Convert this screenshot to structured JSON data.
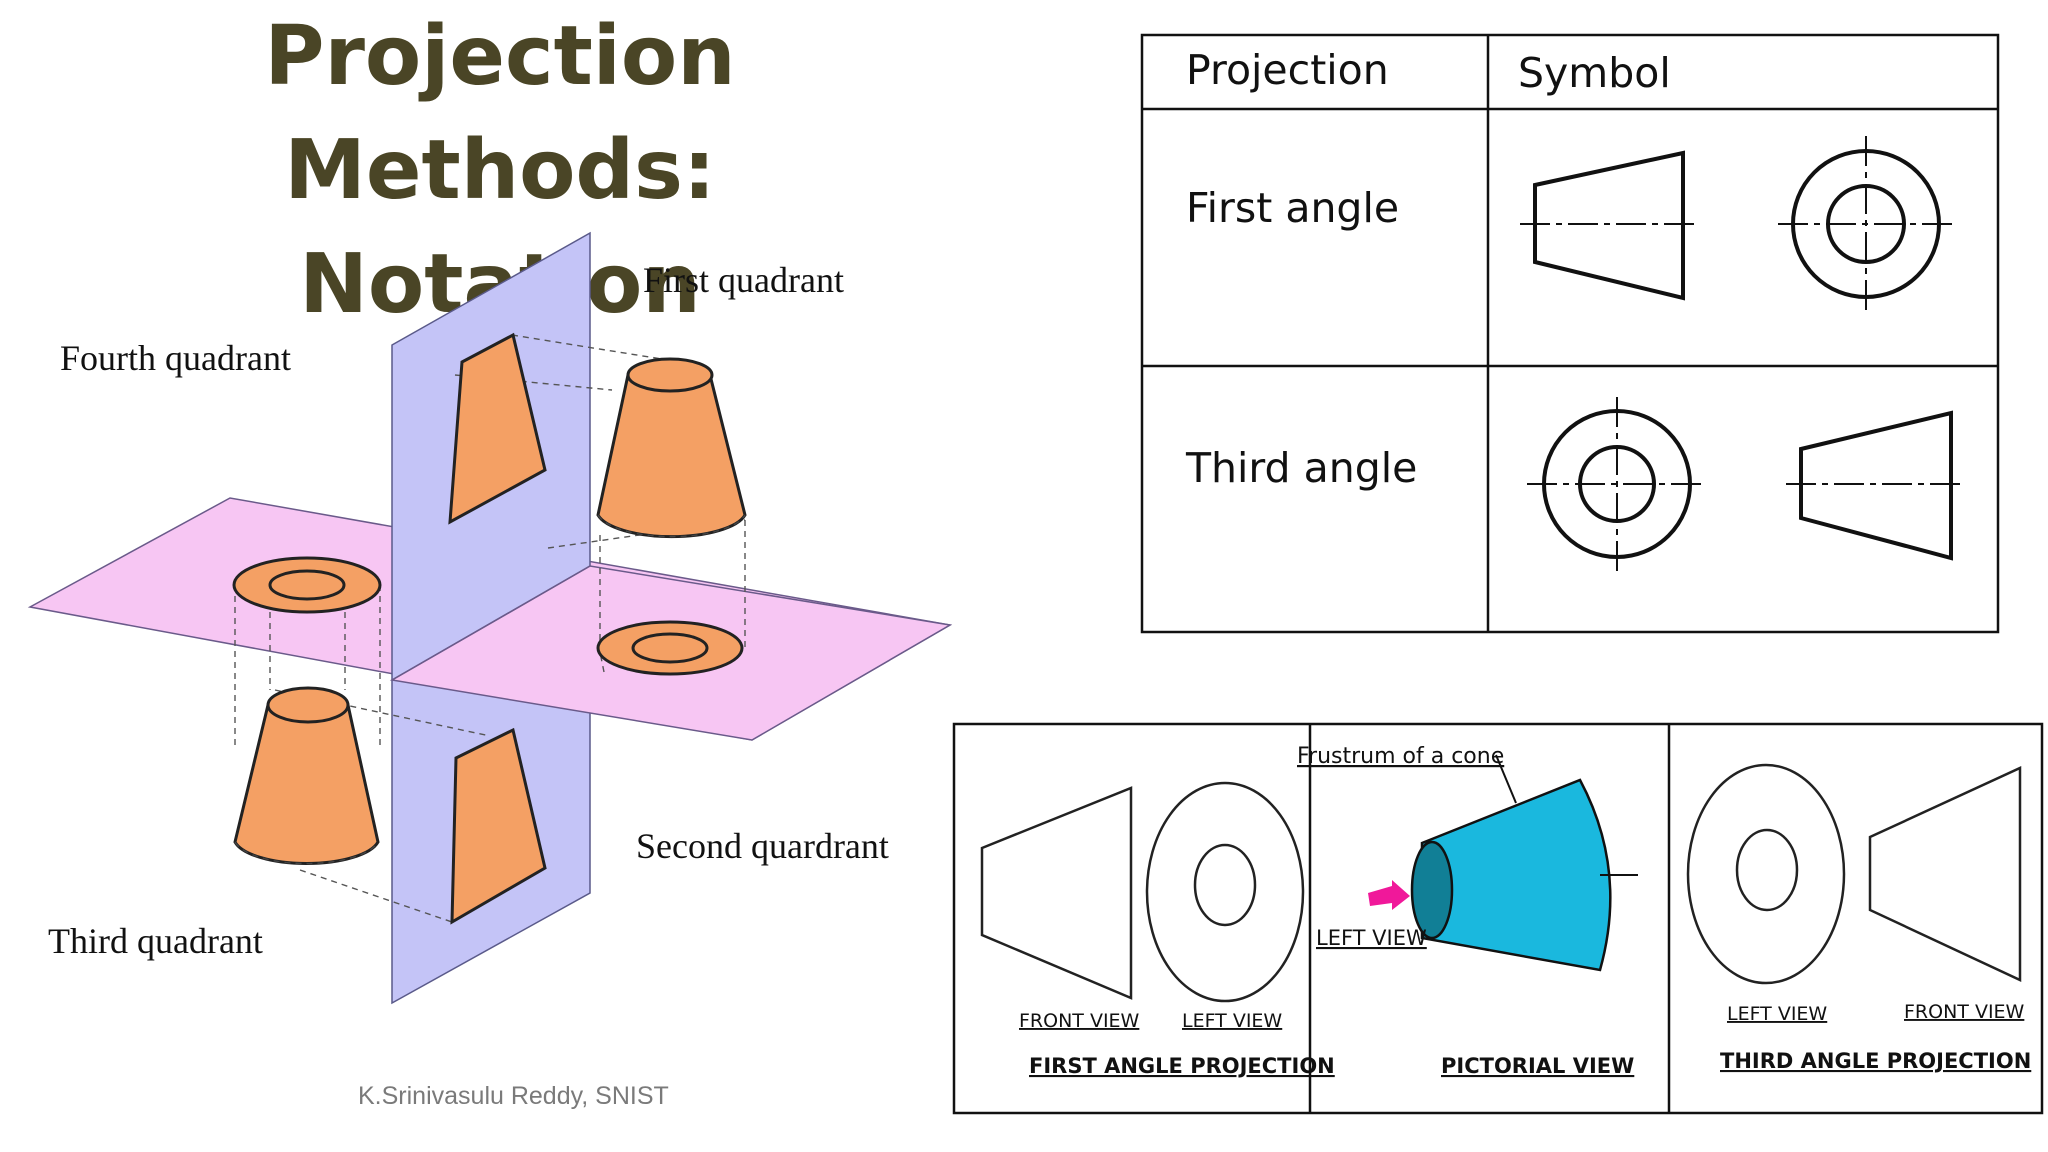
{
  "slide": {
    "title_line1": "Projection Methods:",
    "title_line2": "Notation",
    "footer": "K.Srinivasulu Reddy, SNIST"
  },
  "quadrant_diagram": {
    "first": "First quadrant",
    "second": "Second quardrant",
    "third": "Third quadrant",
    "fourth": "Fourth quadrant",
    "colors": {
      "vertical_plane": "#c4c4f7",
      "horizontal_plane": "#f7c6f3",
      "object": "#f4a064"
    }
  },
  "symbol_table": {
    "header_projection": "Projection",
    "header_symbol": "Symbol",
    "rows": [
      {
        "label": "First angle"
      },
      {
        "label": "Third angle"
      }
    ]
  },
  "frustum_panel": {
    "frustum_label": "Frustrum of a cone",
    "left_view_arrow_label": "LEFT VIEW",
    "first_angle": {
      "front": "FRONT VIEW",
      "left": "LEFT VIEW",
      "caption": "FIRST ANGLE PROJECTION"
    },
    "pictorial_caption": "PICTORIAL VIEW",
    "third_angle": {
      "left": "LEFT VIEW",
      "front": "FRONT VIEW",
      "caption": "THIRD ANGLE PROJECTION"
    },
    "colors": {
      "cone": "#1ab8de",
      "cone_dark": "#117f96",
      "arrow": "#f0189a"
    }
  }
}
